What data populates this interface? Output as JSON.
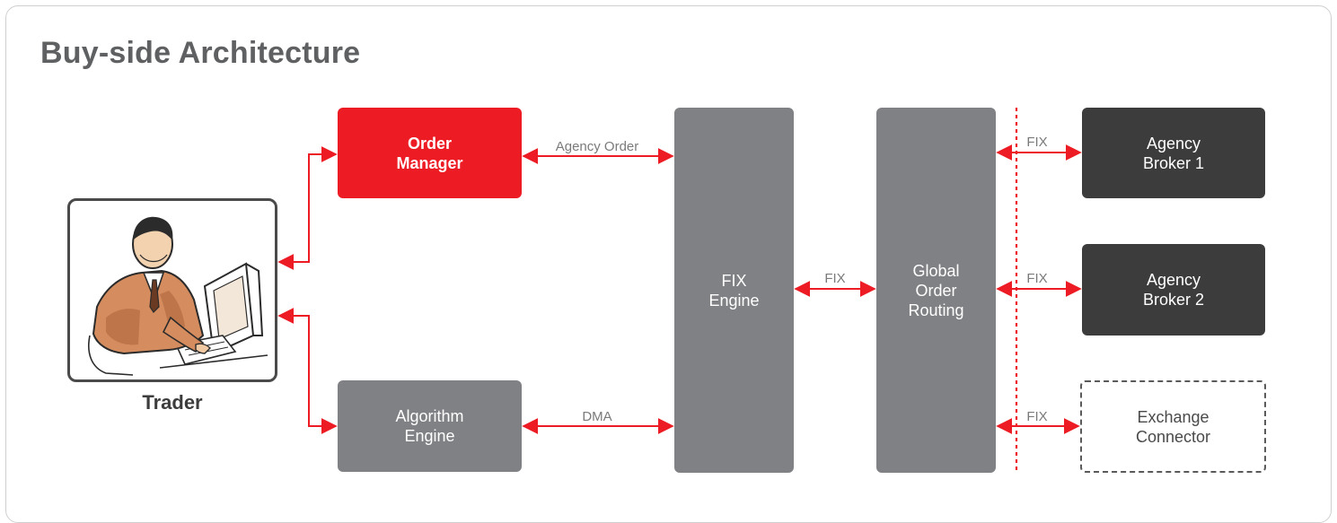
{
  "title": "Buy-side Architecture",
  "trader": {
    "label": "Trader"
  },
  "nodes": {
    "order_manager": "Order\nManager",
    "algorithm_engine": "Algorithm\nEngine",
    "fix_engine": "FIX\nEngine",
    "global_order_routing": "Global\nOrder\nRouting",
    "agency_broker_1": "Agency\nBroker 1",
    "agency_broker_2": "Agency\nBroker 2",
    "exchange_connector": "Exchange\nConnector"
  },
  "connections": {
    "agency_order": "Agency Order",
    "dma": "DMA",
    "fix_engine_routing": "FIX",
    "fix_broker_1": "FIX",
    "fix_broker_2": "FIX",
    "fix_exchange": "FIX"
  },
  "colors": {
    "accent_red": "#ed1c24",
    "engine_grey": "#808184",
    "broker_dark": "#3c3c3c",
    "title_grey": "#5f6062"
  }
}
